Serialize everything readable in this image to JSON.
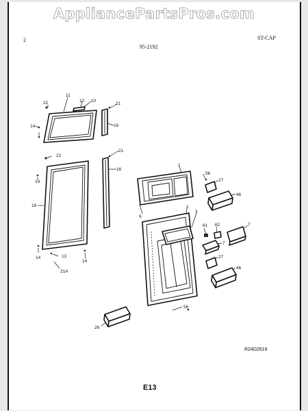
{
  "watermark": "AppliancePartsPros.com",
  "header": {
    "page_number": "2",
    "document_number": "95-2192",
    "model_code": "ST-CAP"
  },
  "footer": {
    "reference_code": "R24D2618",
    "page_code": "E13"
  },
  "callouts": {
    "c1": "1",
    "c2": "2",
    "c3": "3",
    "c7": "7",
    "c9": "9",
    "c10": "10",
    "c11": "11",
    "c12": "12",
    "c13": "13",
    "c14a": "14",
    "c14b": "14",
    "c14c": "14",
    "c14d": "14",
    "c16a": "16",
    "c16b": "16",
    "c18": "18",
    "c21a": "21",
    "c21b": "21",
    "c21A": "21A",
    "c22a": "22",
    "c22b": "22",
    "c26": "26",
    "c27a": "27",
    "c27b": "27",
    "c46a": "46",
    "c46b": "46",
    "c56a": "56",
    "c56b": "56",
    "c61": "61",
    "c62": "62"
  }
}
